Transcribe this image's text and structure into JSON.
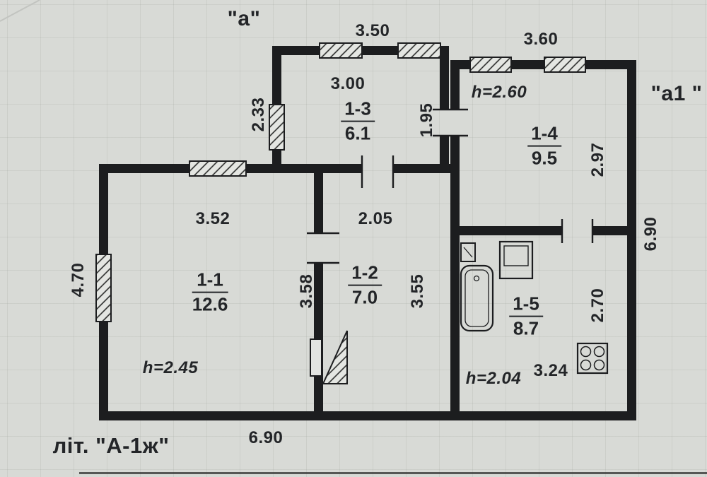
{
  "marks": {
    "a": "\"а\"",
    "a1": "\"а1 \"",
    "liter": "літ. \"А-1ж\""
  },
  "rooms": [
    {
      "number": "1-1",
      "area": "12.6"
    },
    {
      "number": "1-2",
      "area": "7.0"
    },
    {
      "number": "1-3",
      "area": "6.1"
    },
    {
      "number": "1-4",
      "area": "9.5"
    },
    {
      "number": "1-5",
      "area": "8.7"
    }
  ],
  "dimensions": {
    "top_a": "3.50",
    "top_a1": "3.60",
    "room13_width": "3.00",
    "room13_left": "2.33",
    "room13_right": "1.95",
    "room14_height": "h=2.60",
    "room14_right": "2.97",
    "right_outer": "6.90",
    "room11_top": "3.52",
    "room12_top": "2.05",
    "left_outer": "4.70",
    "room11_right": "3.58",
    "room12_right": "3.55",
    "room15_right": "2.70",
    "room11_height": "h=2.45",
    "room15_height": "h=2.04",
    "room15_width": "3.24",
    "bottom_outer": "6.90"
  },
  "colors": {
    "wall": "#1c1d1f",
    "paper": "#d8dad6",
    "text": "#232528"
  }
}
